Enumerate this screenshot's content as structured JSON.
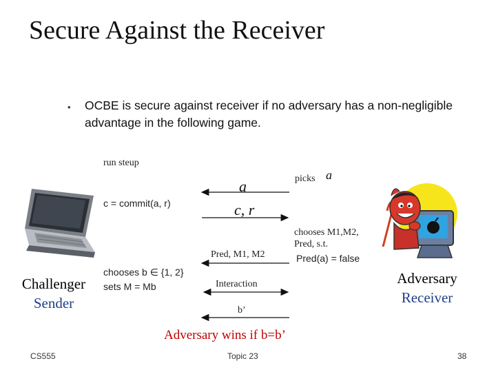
{
  "slide": {
    "title": "Secure Against the Receiver",
    "bullet": "OCBE is secure against receiver if no adversary has a non-negligible advantage in the following game."
  },
  "game": {
    "run_setup": "run steup",
    "commit_formula": "c = commit(a, r)",
    "msg_a": "a",
    "picks_label": "picks",
    "picks_var": "a",
    "msg_cr": "c, r",
    "chooses_label": "chooses M1,M2,",
    "pred_st": "Pred, s.t.",
    "pred_false": "Pred(a) = false",
    "msg_pred": "Pred, M1, M2",
    "chooses_b": "chooses b ∈ {1, 2}",
    "sets_m": "sets M = Mb",
    "msg_interaction": "Interaction",
    "msg_b": "b’",
    "wins": "Adversary wins if b=b’"
  },
  "roles": {
    "challenger": "Challenger",
    "sender": "Sender",
    "adversary": "Adversary",
    "receiver": "Receiver"
  },
  "footer": {
    "course": "CS555",
    "topic": "Topic 23",
    "page": "38"
  },
  "colors": {
    "role_blue": "#1f3f86",
    "wins_red": "#c00000"
  },
  "icons": [
    "laptop-icon",
    "devil-computer-icon"
  ]
}
